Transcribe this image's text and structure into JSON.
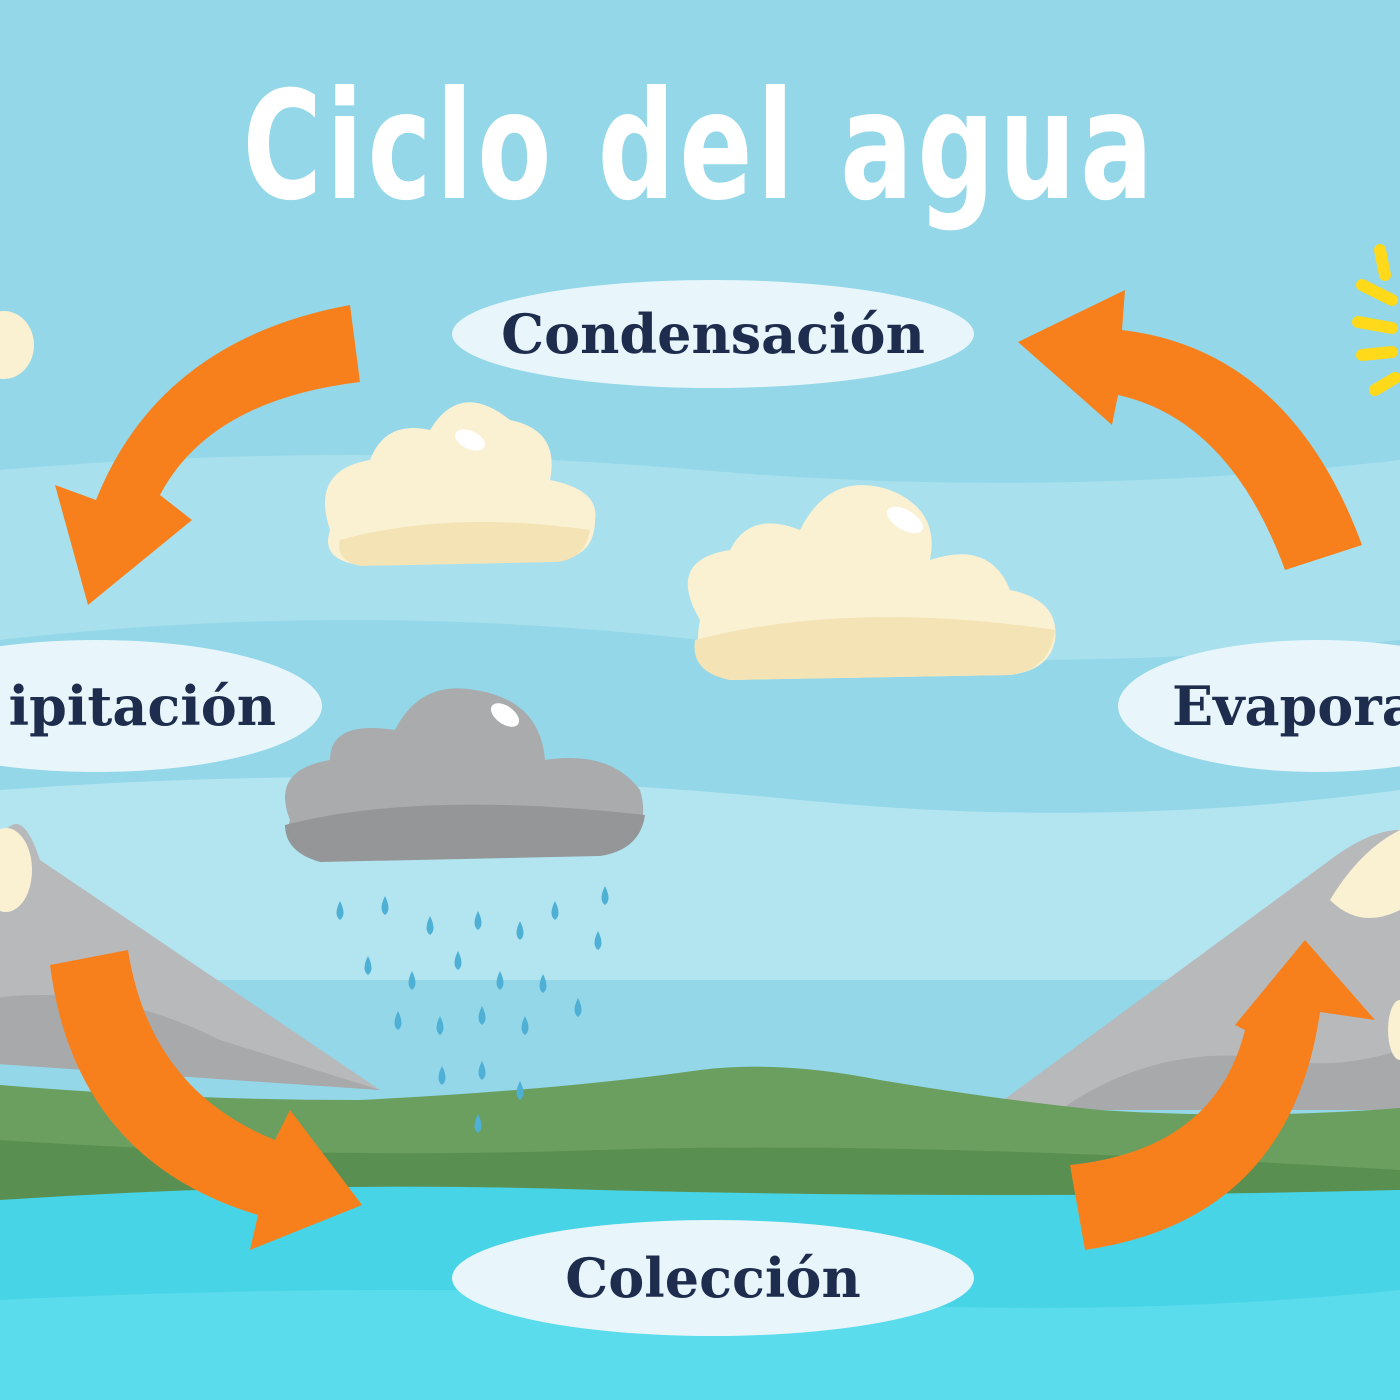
{
  "title": "Ciclo del agua",
  "stages": {
    "condensation": "Condensación",
    "precipitation": "ipitación",
    "evaporation": "Evapora",
    "collection": "Colección"
  },
  "colors": {
    "sky": "#8fd4e6",
    "arrow": "#f7801c",
    "label_bg": "#e8f6fb",
    "label_text": "#1e2d4d",
    "water": "#45d3e6",
    "hills": "#6a9c5c",
    "mountain": "#b7b9bb",
    "cloud": "#faf0d2",
    "rain_cloud": "#a5a7a9",
    "raindrop": "#4fb0d6",
    "sun": "#ffd91a"
  }
}
